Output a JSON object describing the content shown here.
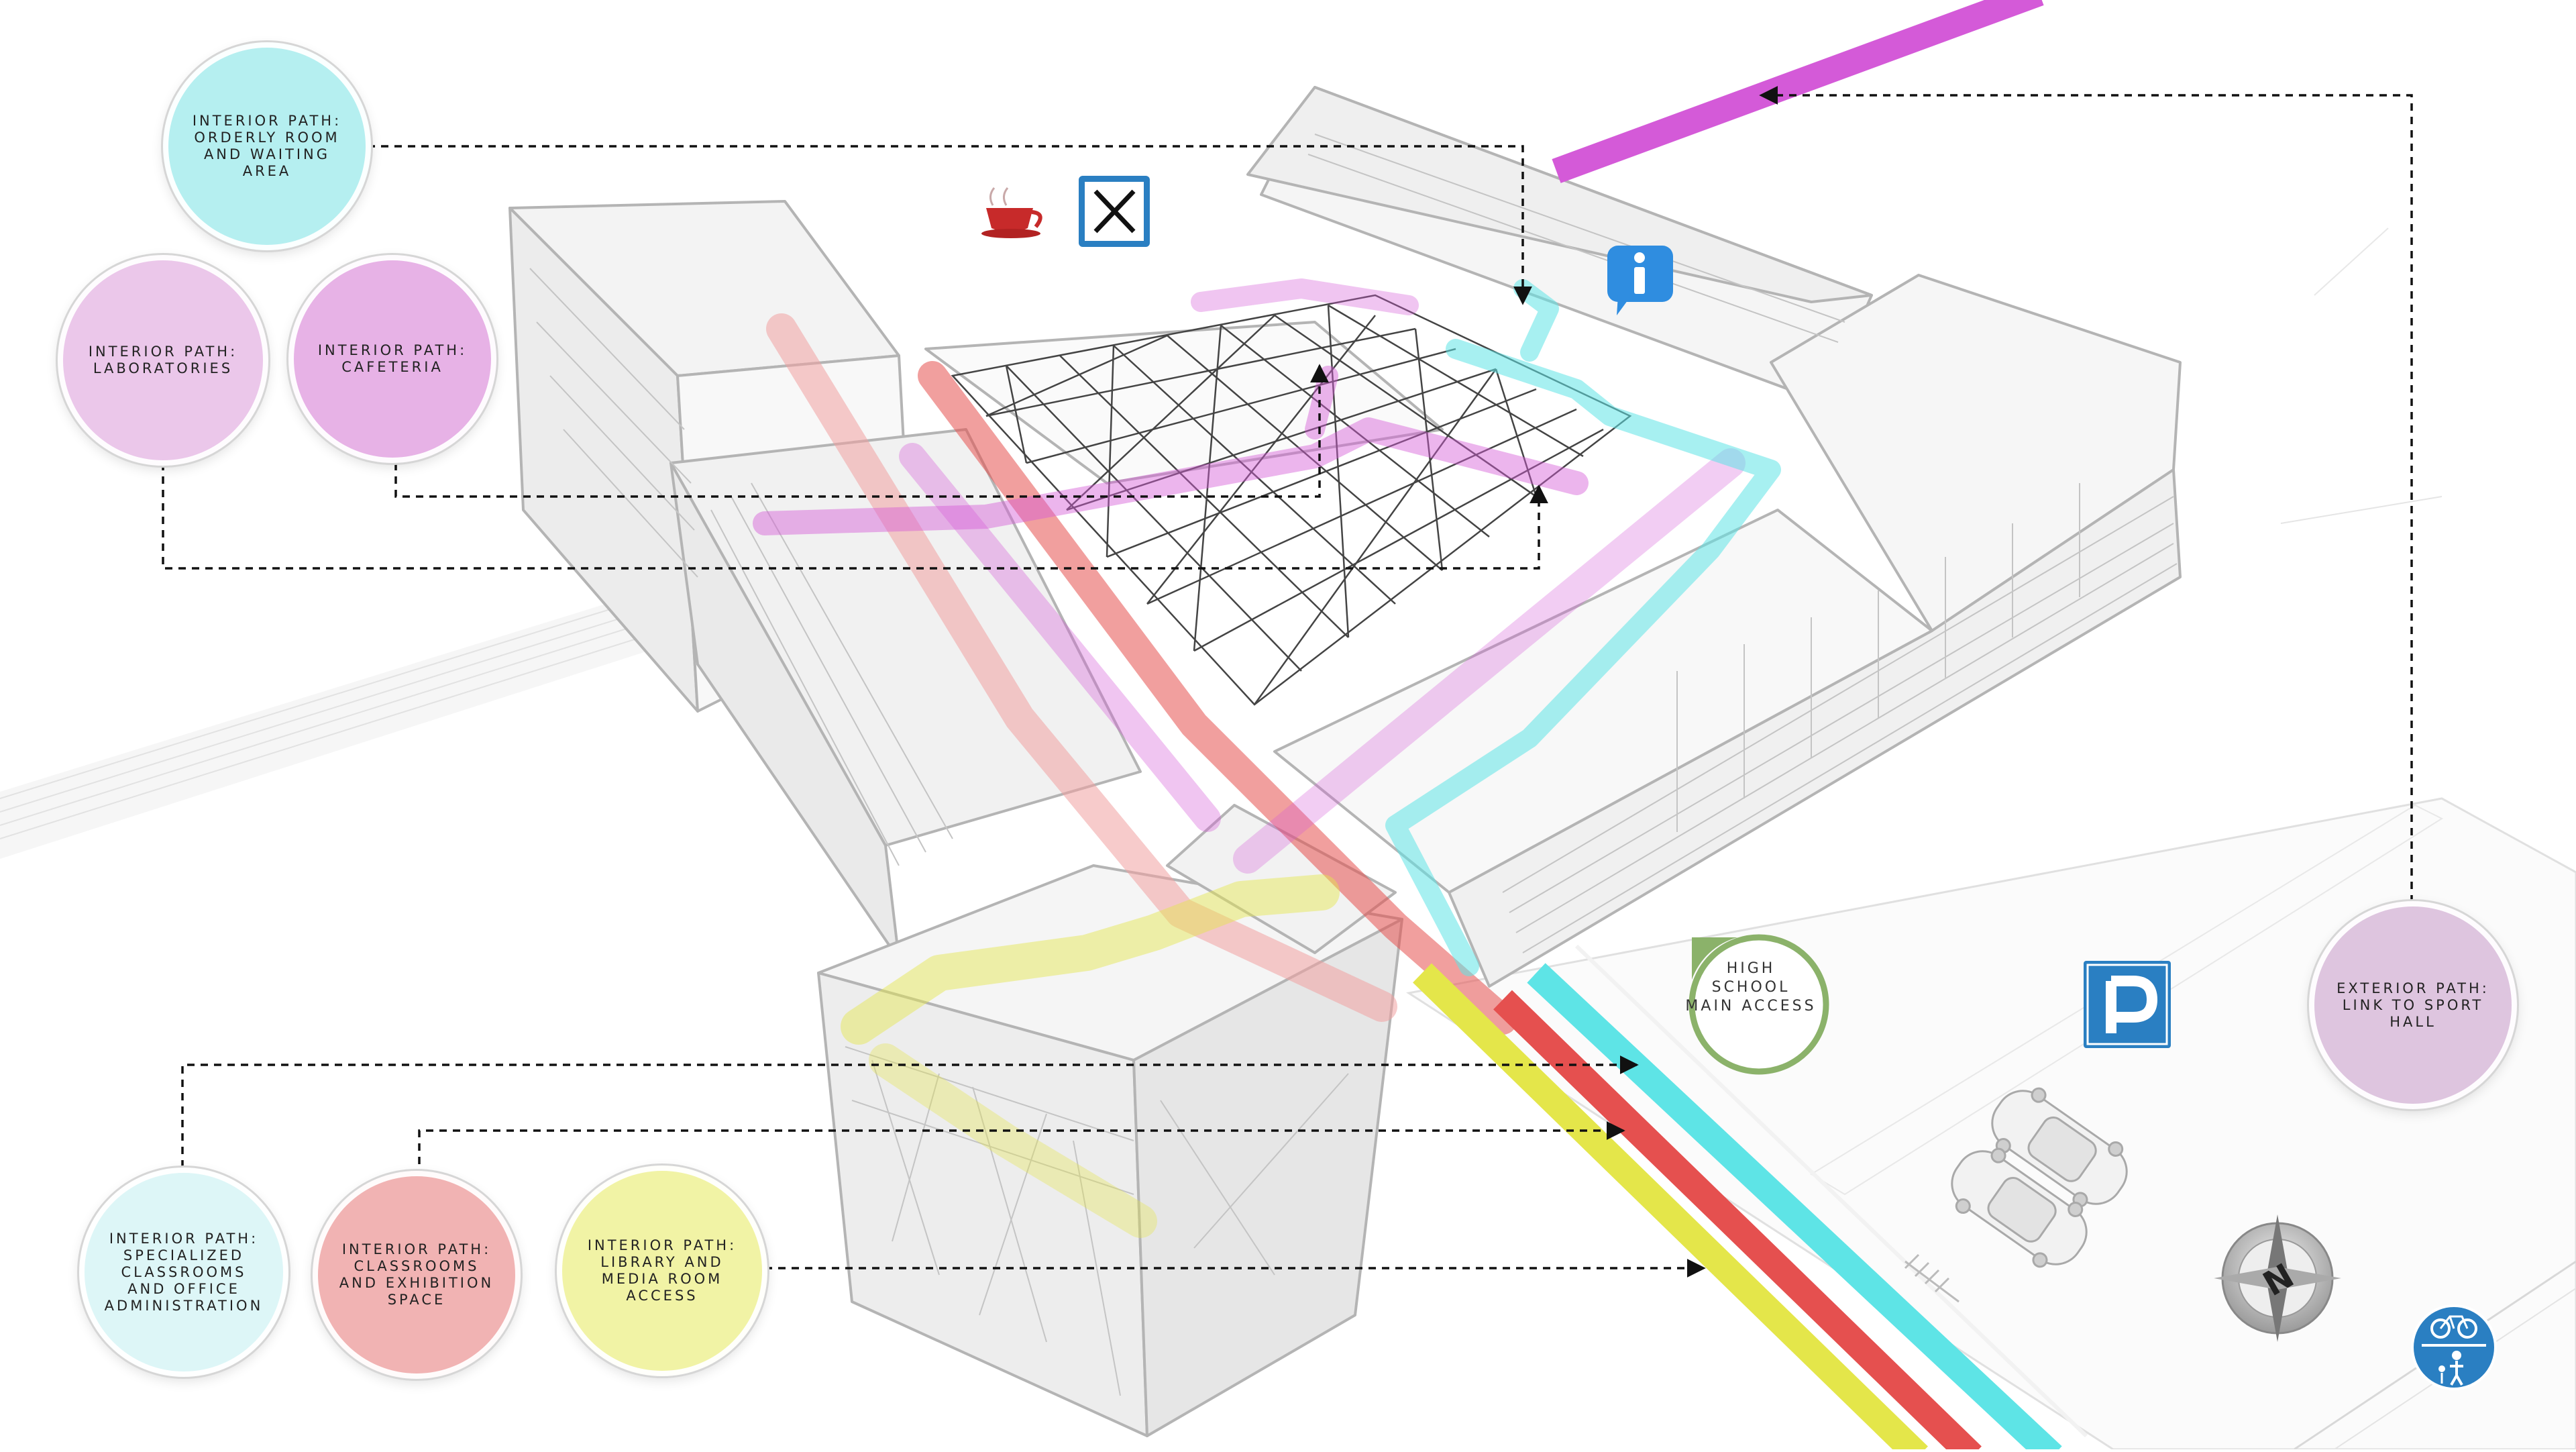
{
  "labels": {
    "orderly": "INTERIOR PATH: ORDERLY ROOM AND WAITING AREA",
    "laboratories": "INTERIOR PATH: LABORATORIES",
    "cafeteria": "INTERIOR PATH: CAFETERIA",
    "specialized": "INTERIOR PATH: SPECIALIZED CLASSROOMS AND OFFICE ADMINISTRATION",
    "classrooms": "INTERIOR PATH: CLASSROOMS AND EXHIBITION SPACE",
    "library": "INTERIOR PATH: LIBRARY AND MEDIA ROOM ACCESS",
    "exterior": "EXTERIOR PATH: LINK TO SPORT HALL",
    "main_access": "HIGH SCHOOL MAIN ACCESS"
  },
  "colors": {
    "cyan_path": "#5ee4e6",
    "magenta_path": "#d45ad8",
    "red_path": "#e5504f",
    "yellow_path": "#e4e64a",
    "bubble_cyan": "#b5eff0",
    "bubble_lilac": "#ebc7ea",
    "bubble_magenta": "#e7b2e6",
    "bubble_pale_cyan": "#ddf6f7",
    "bubble_salmon": "#f1b3b3",
    "bubble_yellow": "#f1f3a5",
    "bubble_mauve": "#dec5df",
    "sign_blue": "#2a7fc2",
    "access_green": "#8bb26a"
  },
  "icons": [
    "coffee-cup-icon",
    "restaurant-sign-icon",
    "information-icon",
    "parking-sign-icon",
    "compass-icon",
    "bicycle-pedestrian-sign-icon"
  ]
}
